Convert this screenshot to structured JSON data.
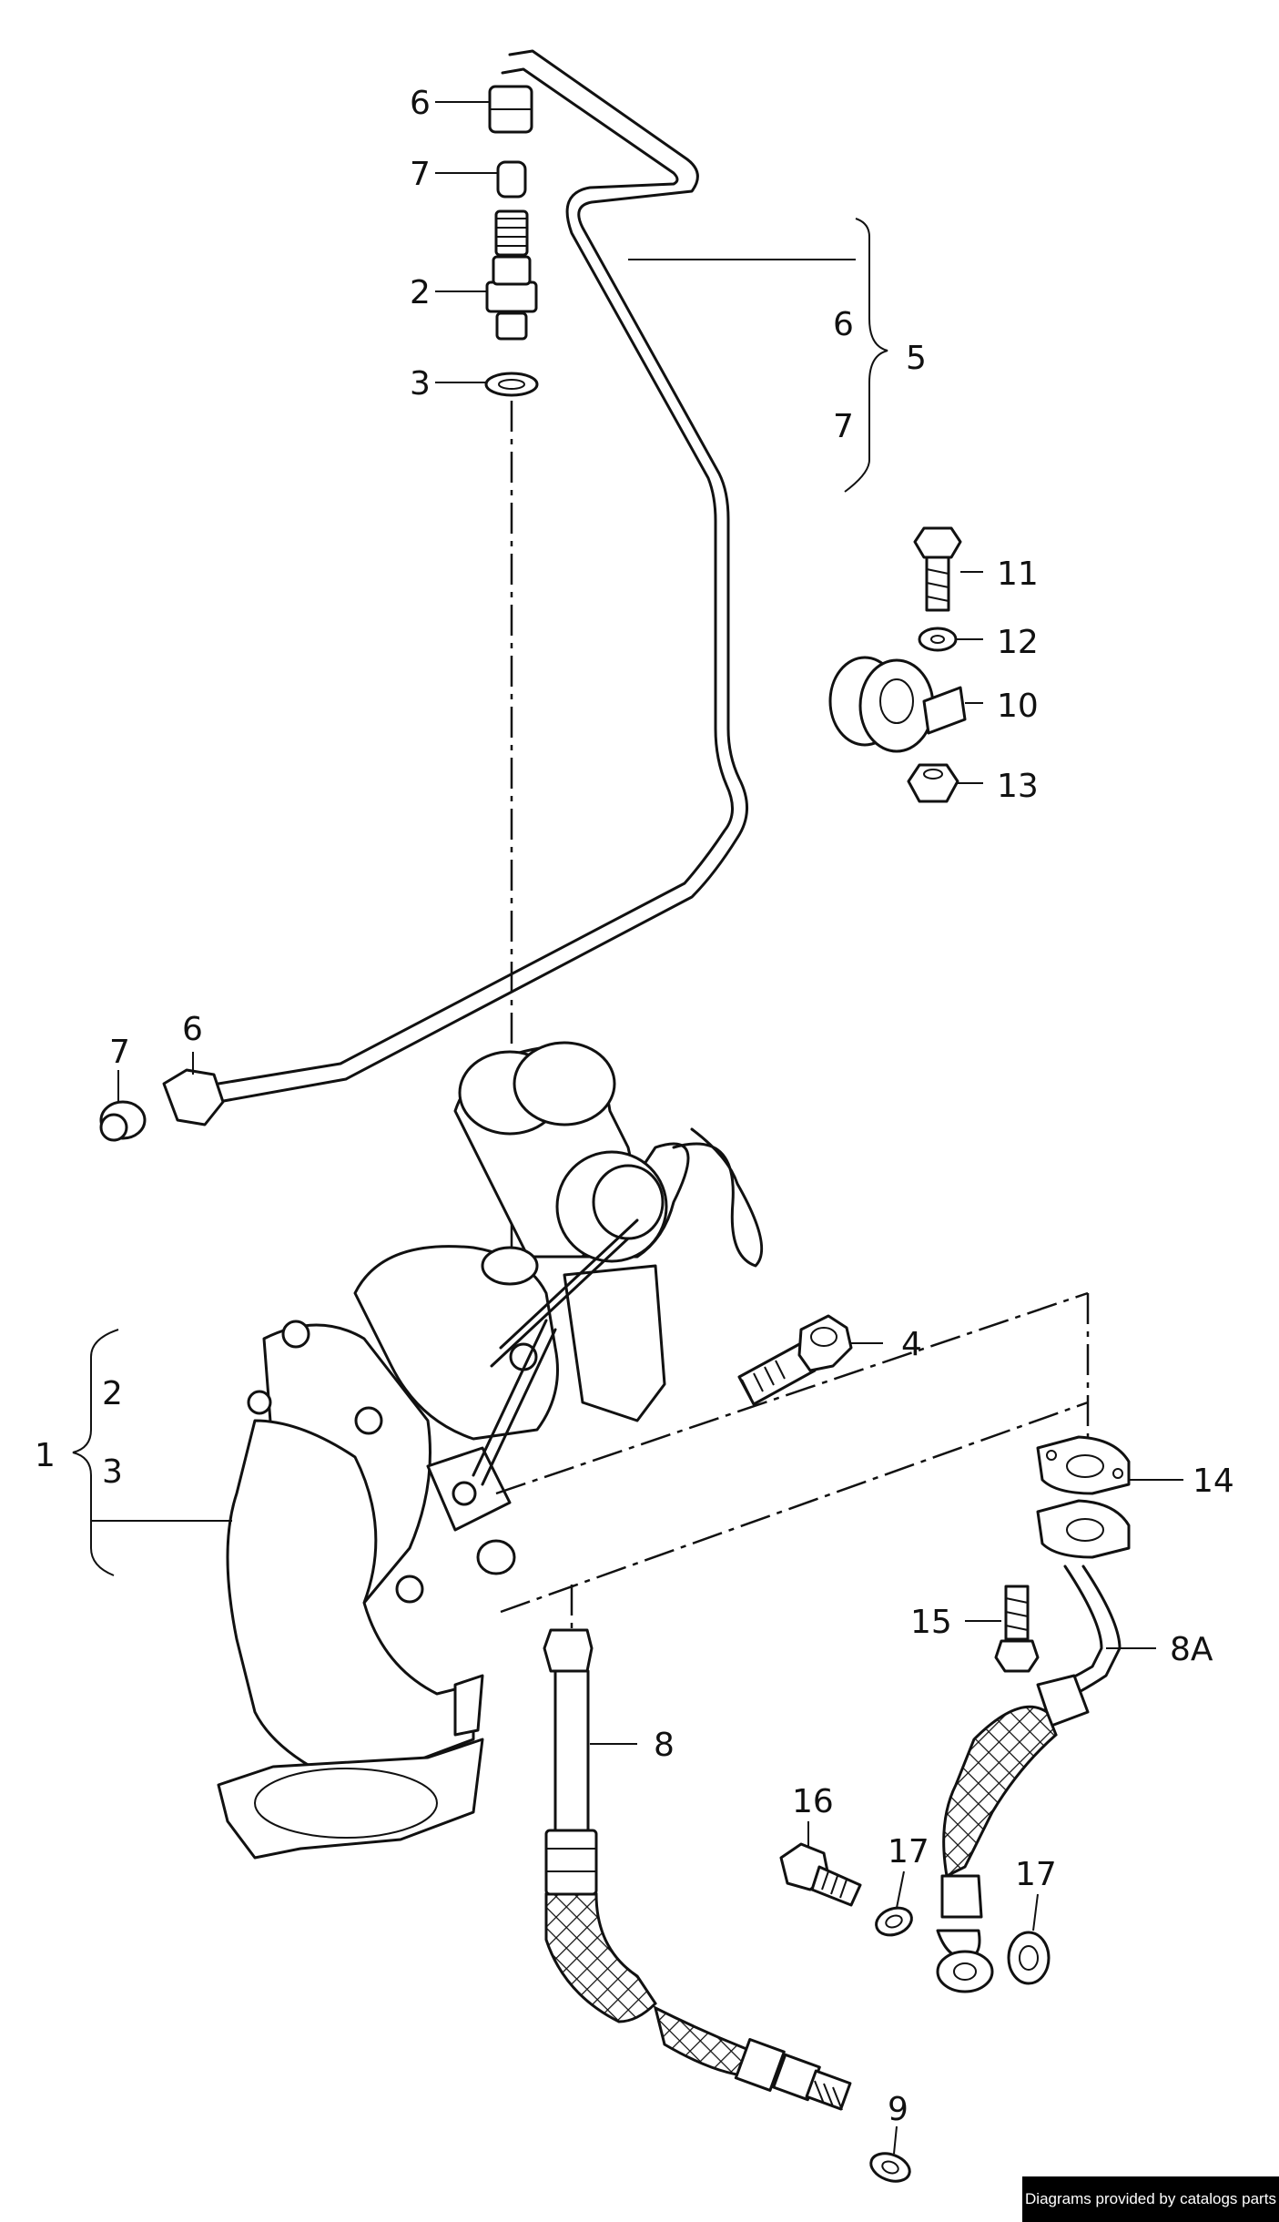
{
  "labels": {
    "l6_top": "6",
    "l7_top": "7",
    "l2_top": "2",
    "l3_top": "3",
    "l6_group": "6",
    "l5_group": "5",
    "l7_group": "7",
    "l11": "11",
    "l12": "12",
    "l10": "10",
    "l13": "13",
    "l7_left": "7",
    "l6_left": "6",
    "l2_group": "2",
    "l1_group": "1",
    "l3_group": "3",
    "l4": "4",
    "l14": "14",
    "l8a": "8A",
    "l15": "15",
    "l8": "8",
    "l16": "16",
    "l17_a": "17",
    "l17_b": "17",
    "l9": "9"
  },
  "footer": {
    "credit": "Diagrams provided by catalogs parts"
  }
}
